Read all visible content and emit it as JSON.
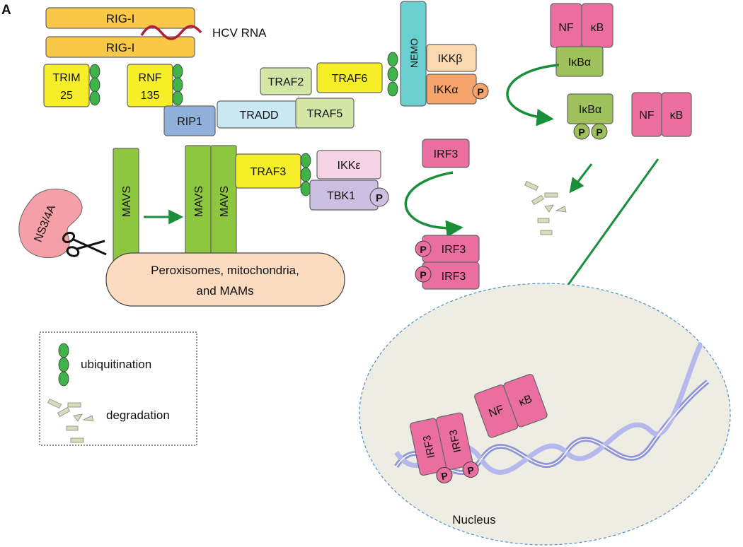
{
  "panel_label": "A",
  "rig": {
    "rig1_a": "RIG-I",
    "rig1_b": "RIG-I",
    "hcv_rna": "HCV RNA"
  },
  "ubiquitin_ligases": {
    "trim_l1": "TRIM",
    "trim_l2": "25",
    "rnf_l1": "RNF",
    "rnf_l2": "135"
  },
  "adaptors": {
    "rip1": "RIP1",
    "tradd": "TRADD",
    "traf5": "TRAF5",
    "traf2": "TRAF2",
    "traf6": "TRAF6",
    "traf3": "TRAF3"
  },
  "ikk_complex": {
    "nemo": "NEMO",
    "ikkb": "IKKβ",
    "ikka": "IKKα",
    "p": "P"
  },
  "tbk_complex": {
    "ikke": "IKKε",
    "tbk1": "TBK1",
    "p": "P"
  },
  "nfkb": {
    "nf": "NF",
    "kb": "κB",
    "ikba": "IκBα",
    "p1": "P",
    "p2": "P",
    "free_nf": "NF",
    "free_kb": "κB"
  },
  "irf3": {
    "free": "IRF3",
    "phos1": "IRF3",
    "phos2": "IRF3",
    "p1": "P",
    "p2": "P"
  },
  "membrane": {
    "mavs1": "MAVS",
    "mavs2": "MAVS",
    "mavs3": "MAVS",
    "line1": "Peroxisomes, mitochondria,",
    "line2": "and MAMs"
  },
  "protease": {
    "label": "NS3/4A"
  },
  "legend": {
    "ubiquitination": "ubiquitination",
    "degradation": "degradation"
  },
  "nucleus": {
    "label": "Nucleus",
    "irf3_a": "IRF3",
    "irf3_b": "IRF3",
    "p1": "P",
    "p2": "P",
    "nf": "NF",
    "kb": "κB"
  },
  "colors": {
    "rig": "#f9c846",
    "yellow": "#f7ee2a",
    "traf_green": "#d3e6a6",
    "rip": "#8fb0d9",
    "tradd": "#c9e8f2",
    "nemo": "#6ccfcf",
    "ikkb": "#fbd8b0",
    "ikka": "#f6a46c",
    "ikke": "#f7d3e6",
    "tbk1": "#cdbfe1",
    "pink": "#ea6fa0",
    "ikba": "#9fc15b",
    "mavs": "#8dc63f",
    "membrane": "#fbdcc0",
    "ubiquitin": "#3fb24a",
    "arrow": "#1a8f3a",
    "ns34a": "#f5a0a8",
    "nucleus": "#eeede3",
    "dna": "#8f95d8"
  }
}
